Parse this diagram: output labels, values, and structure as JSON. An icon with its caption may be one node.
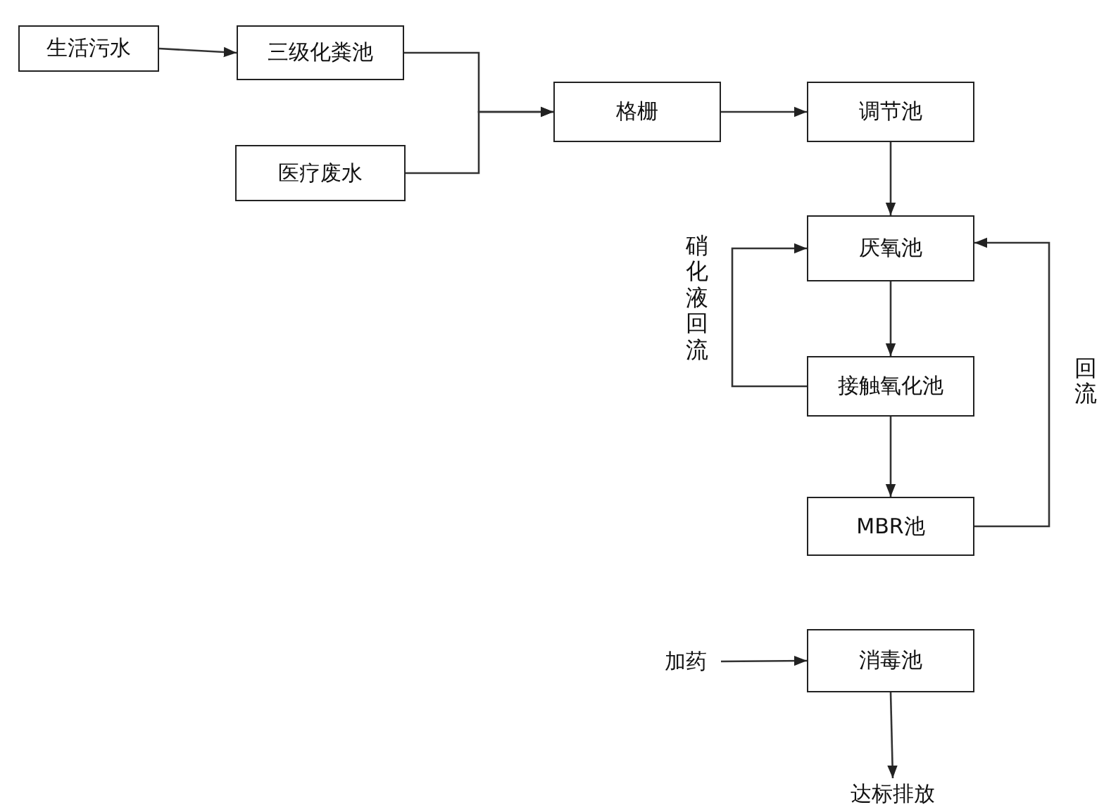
{
  "diagram": {
    "nodes": [
      {
        "text": [
          "生活污水"
        ]
      },
      {
        "text": [
          "三级化粪池"
        ]
      },
      {
        "text": [
          "医疗废水"
        ]
      },
      {
        "text": [
          "格栅"
        ]
      },
      {
        "text": [
          "调节池"
        ]
      },
      {
        "text": [
          "厌氧池"
        ]
      },
      {
        "text": [
          "接触氧化池"
        ]
      },
      {
        "text": [
          "MBR池"
        ]
      },
      {
        "text": [
          "消毒池"
        ]
      },
      {
        "text": [
          "加药"
        ]
      },
      {
        "text": [
          "达标排放"
        ]
      }
    ],
    "edges": [
      {
        "from": 0,
        "to": 1,
        "arrow": "to"
      },
      {
        "from": 1,
        "to": 3,
        "arrow": "to"
      },
      {
        "from": 2,
        "to": 3,
        "arrow": "to"
      },
      {
        "from": 3,
        "to": 4,
        "arrow": "to"
      },
      {
        "from": 4,
        "to": 5,
        "arrow": "to"
      },
      {
        "from": 5,
        "to": 6,
        "arrow": "to"
      },
      {
        "from": 6,
        "to": 5,
        "arrow": "to",
        "label": "硝化液回流"
      },
      {
        "from": 6,
        "to": 7,
        "arrow": "to"
      },
      {
        "from": 7,
        "to": 5,
        "arrow": "to",
        "label": "回流"
      },
      {
        "from": 9,
        "to": 8,
        "arrow": "to"
      },
      {
        "from": 8,
        "to": 10,
        "arrow": "to"
      }
    ]
  }
}
